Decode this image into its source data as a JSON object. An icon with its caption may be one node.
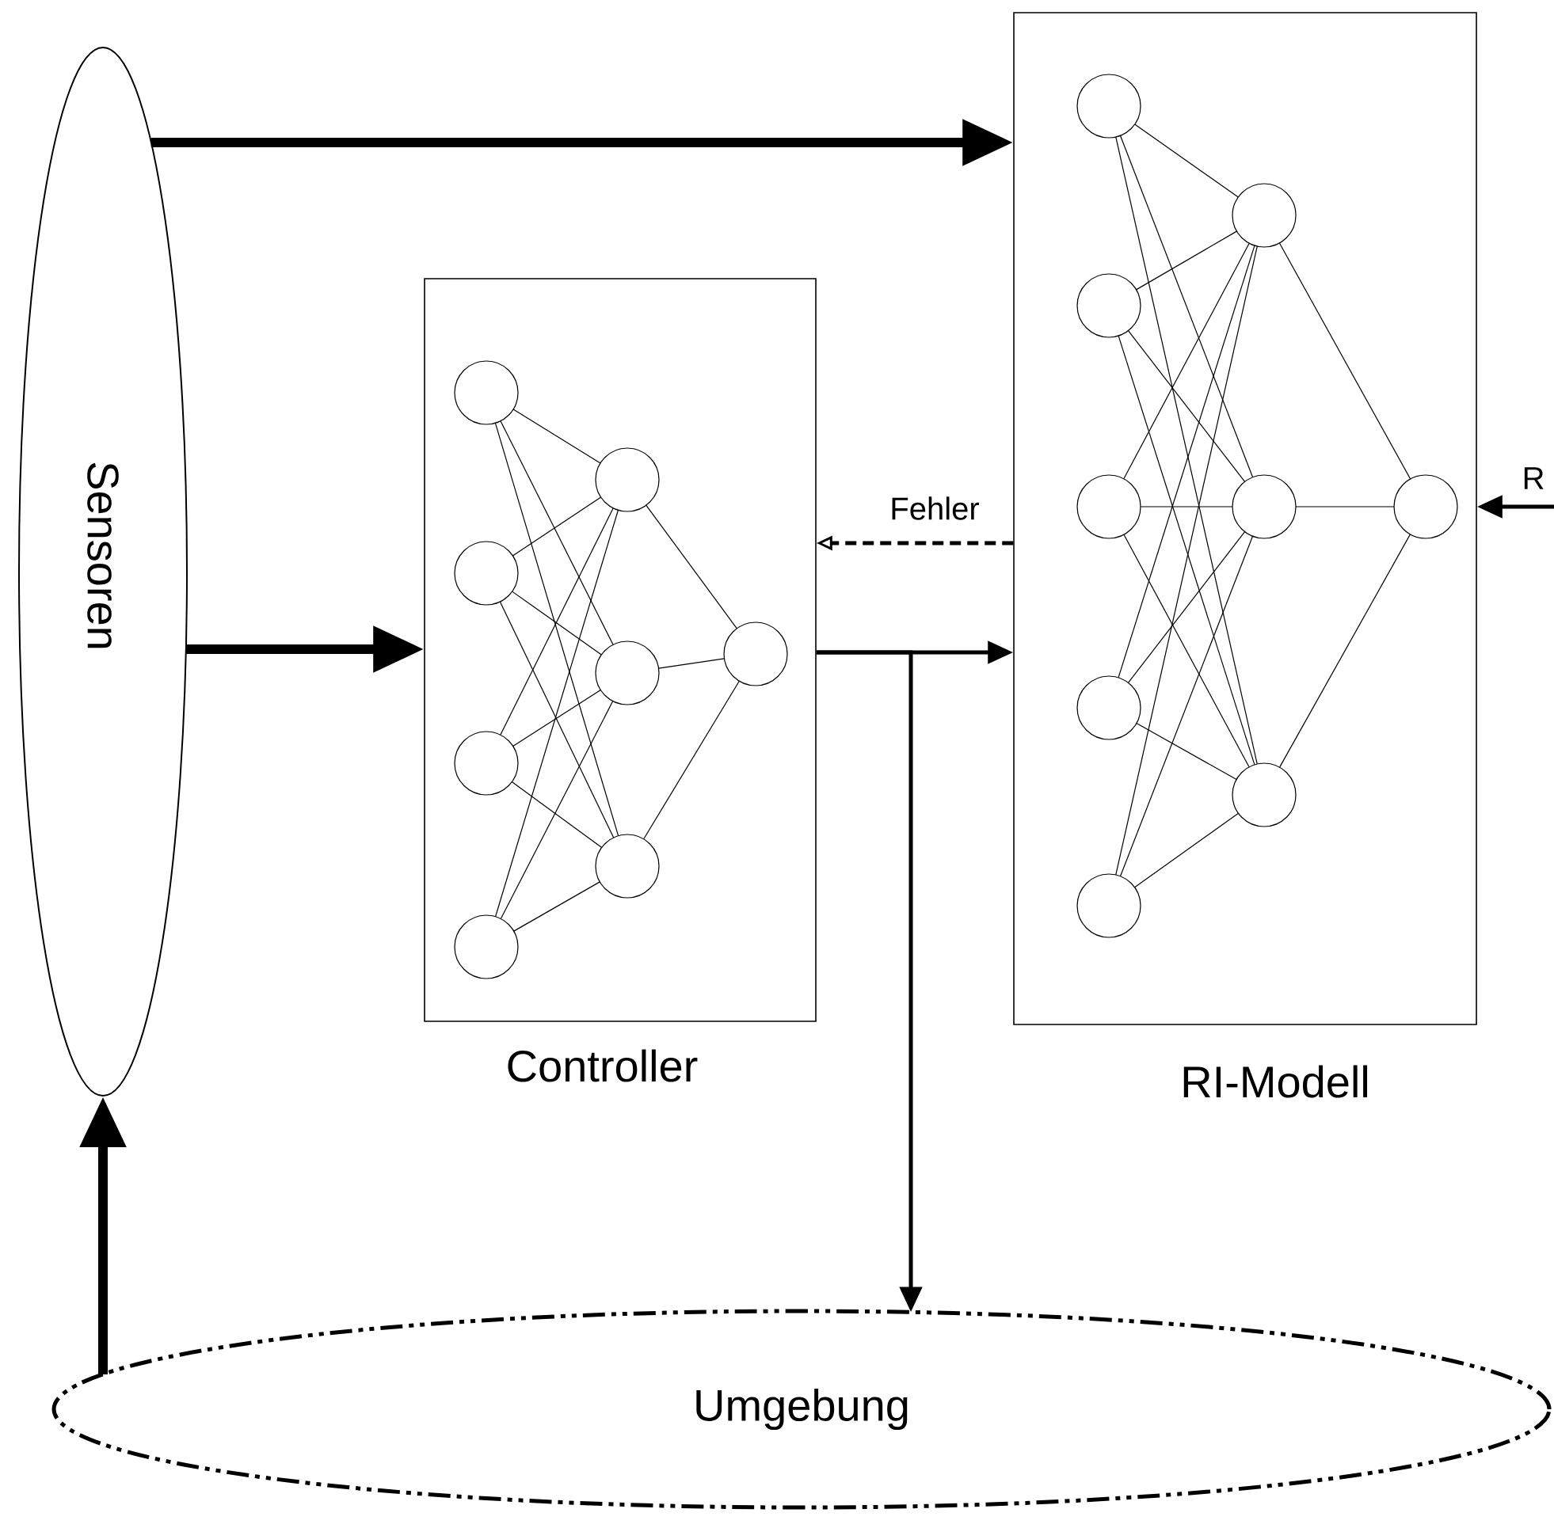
{
  "diagram": {
    "nodes": [
      {
        "text": [
          "Sensoren"
        ]
      },
      {
        "text": [
          "RI-Modell"
        ]
      },
      {
        "text": [
          "Controller"
        ]
      },
      {
        "text": [
          "Umgebung"
        ]
      }
    ],
    "edges": [
      {
        "from": 0,
        "to": 1,
        "arrow": "to",
        "style": "thick"
      },
      {
        "from": 0,
        "to": 2,
        "arrow": "to",
        "style": "thick"
      },
      {
        "from": 1,
        "to": 2,
        "arrow": "to",
        "style": "dashed",
        "label": "Fehler"
      },
      {
        "from": 2,
        "to": 1,
        "arrow": "to"
      },
      {
        "from": 2,
        "to": 3,
        "arrow": "to"
      },
      {
        "from": 3,
        "to": 0,
        "arrow": "to",
        "style": "thick"
      },
      {
        "from": null,
        "to": 1,
        "arrow": "to",
        "label": "R"
      }
    ]
  }
}
